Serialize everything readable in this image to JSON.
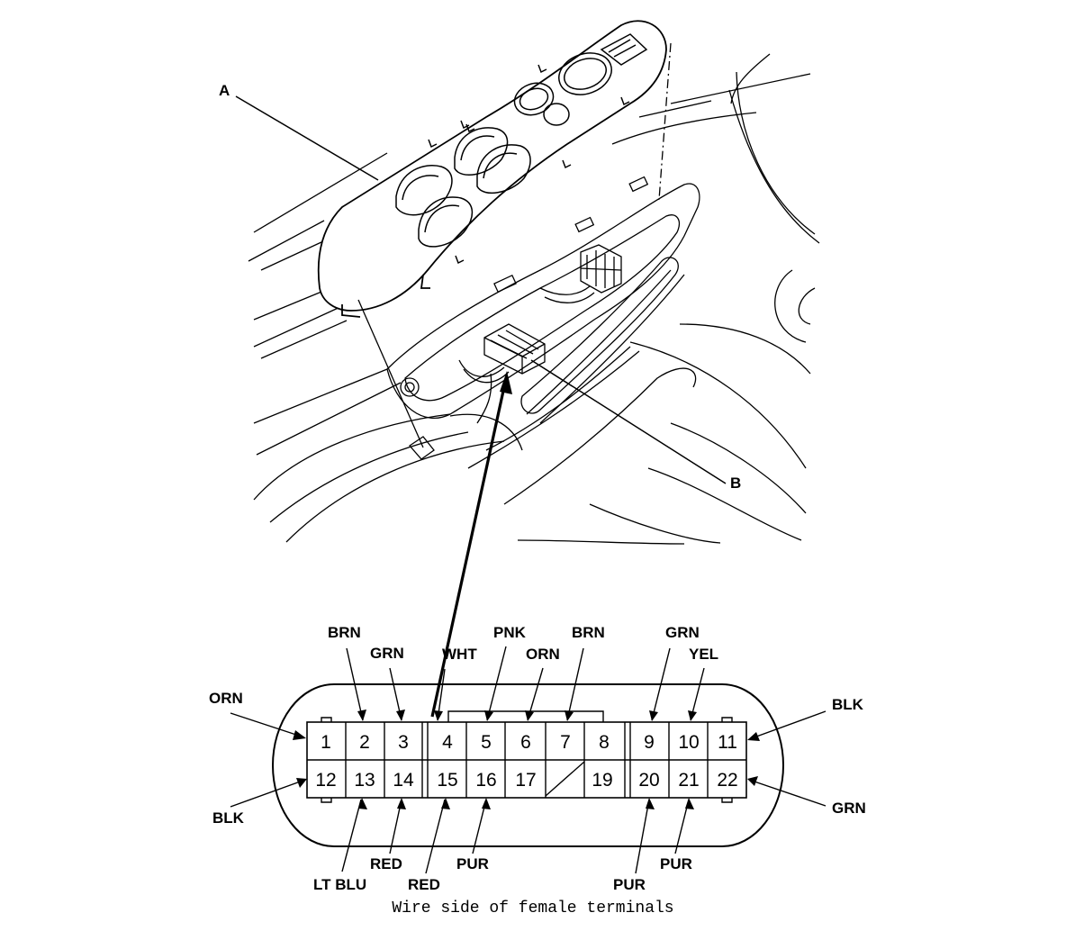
{
  "callouts": {
    "switch_panel": "A",
    "connector": "B"
  },
  "connector": {
    "terminals_top": [
      "1",
      "2",
      "3",
      "4",
      "5",
      "6",
      "7",
      "8",
      "9",
      "10",
      "11"
    ],
    "terminals_bottom": [
      "12",
      "13",
      "14",
      "15",
      "16",
      "17",
      "",
      "19",
      "20",
      "21",
      "22"
    ],
    "wire_colors": {
      "t1": "ORN",
      "t2": "BRN",
      "t3": "GRN",
      "t4": "WHT",
      "t5": "PNK",
      "t6": "ORN",
      "t7": "BRN",
      "t9": "GRN",
      "t10": "YEL",
      "t11": "BLK",
      "t12": "BLK",
      "t13": "LT BLU",
      "t14": "RED",
      "t15": "RED",
      "t16": "PUR",
      "t20": "PUR",
      "t21": "PUR",
      "t22": "GRN"
    },
    "caption": "Wire side of female terminals"
  }
}
